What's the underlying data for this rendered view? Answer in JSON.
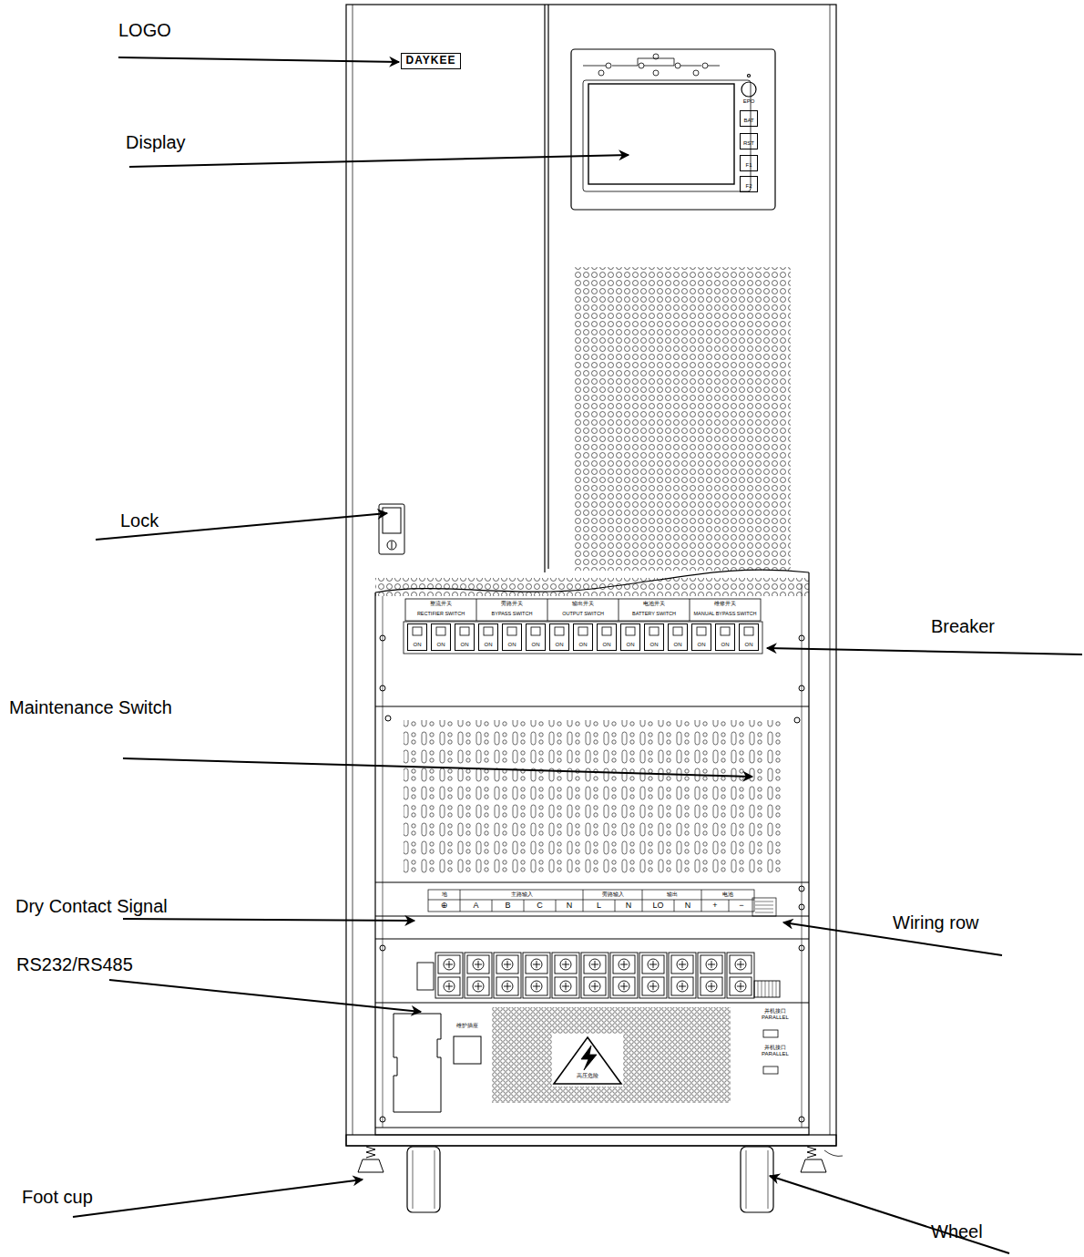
{
  "diagram": {
    "nodes": [
      {
        "text": [
          "DAYKEE"
        ]
      },
      {
        "text": [
          "BAT"
        ]
      },
      {
        "text": [
          "RST"
        ]
      },
      {
        "text": [
          "F1"
        ]
      },
      {
        "text": [
          "F2"
        ]
      },
      {
        "text": [
          "ON"
        ]
      },
      {
        "text": [
          "ON"
        ]
      },
      {
        "text": [
          "ON"
        ]
      },
      {
        "text": [
          "ON"
        ]
      },
      {
        "text": [
          "ON"
        ]
      },
      {
        "text": [
          "ON"
        ]
      },
      {
        "text": [
          "ON"
        ]
      },
      {
        "text": [
          "ON"
        ]
      },
      {
        "text": [
          "ON"
        ]
      },
      {
        "text": [
          "ON"
        ]
      },
      {
        "text": [
          "ON"
        ]
      },
      {
        "text": [
          "ON"
        ]
      },
      {
        "text": [
          "ON"
        ]
      },
      {
        "text": [
          "ON"
        ]
      },
      {
        "text": [
          "ON"
        ]
      }
    ],
    "labels": [
      "LOGO",
      "Display",
      "Lock",
      "Breaker",
      "Maintenance Switch",
      "Dry Contact Signal",
      "Wiring row",
      "RS232/RS485",
      "Foot cup",
      "Wheel",
      "EPO",
      "整流开关",
      "旁路开关",
      "输出开关",
      "电池开关",
      "维修开关",
      "RECTIFIER SWITCH",
      "BYPASS SWITCH",
      "OUTPUT SWITCH",
      "BATTERY SWITCH",
      "MANUAL BYPASS SWITCH",
      "地",
      "主路输入",
      "旁路输入",
      "输出",
      "电池",
      "⊕",
      "A",
      "B",
      "C",
      "N",
      "L",
      "N",
      "LO",
      "N",
      "+",
      "−",
      "维护插座",
      "高压危险",
      "并机接口 PARALLEL",
      "并机接口 PARALLEL"
    ]
  }
}
